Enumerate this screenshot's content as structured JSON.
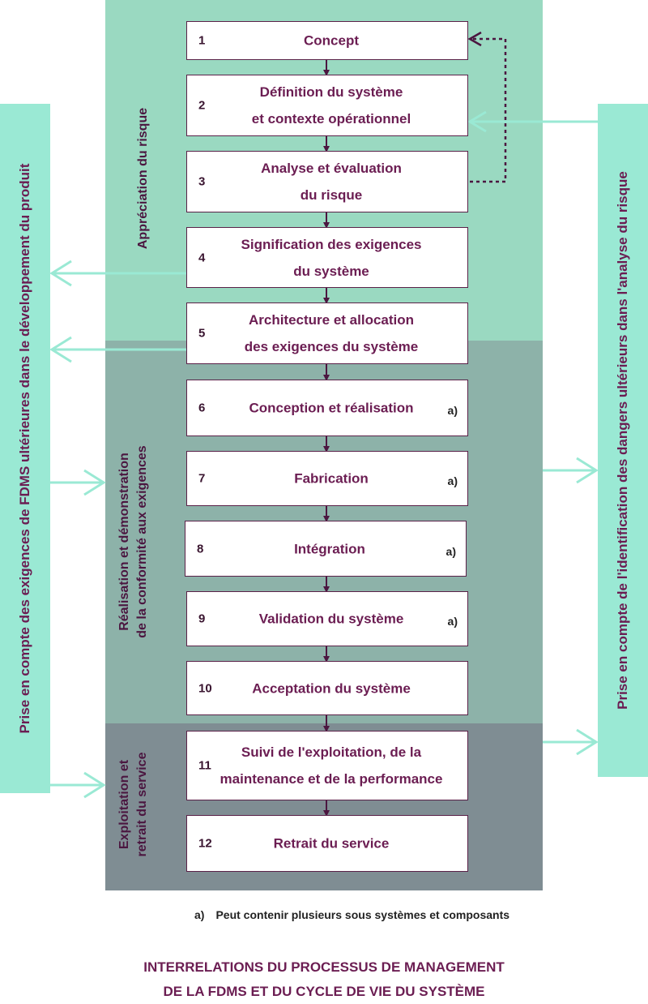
{
  "phases": {
    "risk": "Appréciation du risque",
    "realisation": [
      "Réalisation et démonstration",
      "de la conformité aux exigences"
    ],
    "exploitation": [
      "Exploitation et",
      "retrait du service"
    ]
  },
  "side_left": "Prise en compte des exigences de FDMS  ultérieures dans le développement du produit",
  "side_right": "Prise en compte de l'identification des dangers ultérieurs dans l'analyse du risque",
  "steps": [
    {
      "num": "1",
      "lines": [
        "Concept"
      ],
      "note": ""
    },
    {
      "num": "2",
      "lines": [
        "Définition du système",
        "et contexte opérationnel"
      ],
      "note": ""
    },
    {
      "num": "3",
      "lines": [
        "Analyse et évaluation",
        "du risque"
      ],
      "note": ""
    },
    {
      "num": "4",
      "lines": [
        "Signification des exigences",
        "du système"
      ],
      "note": ""
    },
    {
      "num": "5",
      "lines": [
        "Architecture et allocation",
        "des exigences du système"
      ],
      "note": ""
    },
    {
      "num": "6",
      "lines": [
        "Conception et réalisation"
      ],
      "note": "a)"
    },
    {
      "num": "7",
      "lines": [
        "Fabrication"
      ],
      "note": "a)"
    },
    {
      "num": "8",
      "lines": [
        "Intégration"
      ],
      "note": "a)"
    },
    {
      "num": "9",
      "lines": [
        "Validation du système"
      ],
      "note": "a)"
    },
    {
      "num": "10",
      "lines": [
        "Acceptation du système"
      ],
      "note": ""
    },
    {
      "num": "11",
      "lines": [
        "Suivi de l'exploitation, de la",
        "maintenance et de la performance"
      ],
      "note": ""
    },
    {
      "num": "12",
      "lines": [
        "Retrait du service"
      ],
      "note": ""
    }
  ],
  "footnote": {
    "key": "a)",
    "text": "Peut contenir plusieurs sous systèmes et composants"
  },
  "caption": [
    "INTERRELATIONS DU PROCESSUS DE MANAGEMENT",
    "DE LA FDMS ET DU CYCLE DE VIE DU SYSTÈME"
  ],
  "colors": {
    "accent": "#6b1d52",
    "risk_band": "#9ad9c1",
    "realisation_band": "#8db2a9",
    "exploitation_band": "#7f8d93",
    "side_band": "#9ae9d4"
  }
}
